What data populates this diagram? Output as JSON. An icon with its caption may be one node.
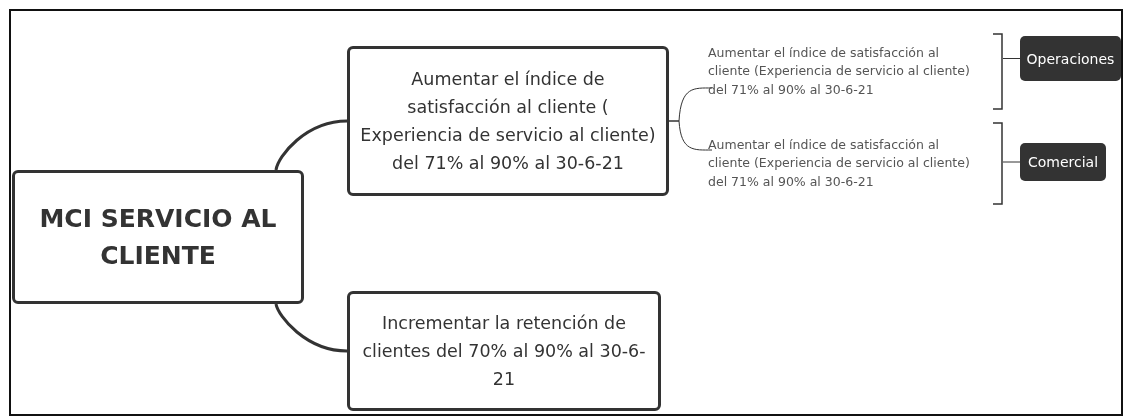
{
  "diagram": {
    "nodes": [
      {
        "text": [
          "MCI SERVICIO AL CLIENTE"
        ]
      },
      {
        "text": [
          "Aumentar el índice de satisfacción al cliente ( Experiencia de servicio al cliente) del 71% al 90% al 30-6-21"
        ]
      },
      {
        "text": [
          "Incrementar la retención de clientes del 70% al 90% al 30-6-21"
        ]
      },
      {
        "text": [
          "Aumentar el índice de satisfacción al cliente (Experiencia de servicio al cliente) del 71% al 90% al 30-6-21"
        ]
      },
      {
        "text": [
          "Aumentar el índice de satisfacción al cliente (Experiencia de servicio al cliente) del 71% al 90% al 30-6-21"
        ]
      },
      {
        "text": [
          "Operaciones"
        ]
      },
      {
        "text": [
          "Comercial"
        ]
      }
    ],
    "edges": [
      {
        "from": 0,
        "to": 1,
        "arrow": "none",
        "style": "thick"
      },
      {
        "from": 0,
        "to": 2,
        "arrow": "none",
        "style": "thick"
      },
      {
        "from": 1,
        "to": 3,
        "arrow": "none"
      },
      {
        "from": 1,
        "to": 4,
        "arrow": "none"
      },
      {
        "from": 3,
        "to": 5,
        "arrow": "none"
      },
      {
        "from": 4,
        "to": 6,
        "arrow": "none"
      }
    ]
  }
}
